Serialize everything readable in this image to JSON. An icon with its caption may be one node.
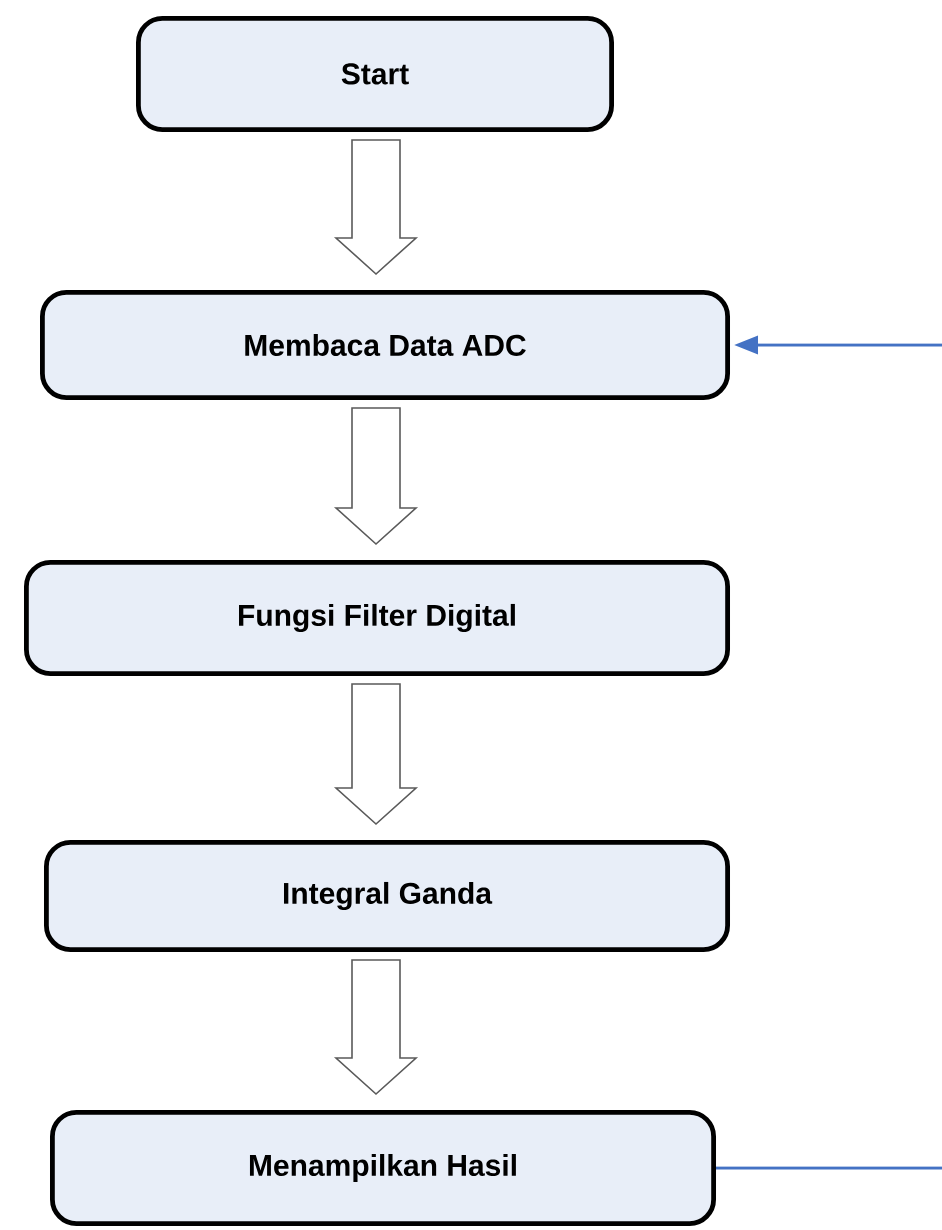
{
  "diagram": {
    "nodes": [
      {
        "text": [
          "Start"
        ]
      },
      {
        "text": [
          "Membaca Data ADC"
        ]
      },
      {
        "text": [
          "Fungsi Filter Digital"
        ]
      },
      {
        "text": [
          "Integral Ganda"
        ]
      },
      {
        "text": [
          "Menampilkan Hasil"
        ]
      }
    ],
    "edges": [
      {
        "from": 0,
        "to": 1,
        "arrow": "to"
      },
      {
        "from": 1,
        "to": 2,
        "arrow": "to"
      },
      {
        "from": 2,
        "to": 3,
        "arrow": "to"
      },
      {
        "from": 3,
        "to": 4,
        "arrow": "to"
      },
      {
        "from": 4,
        "to": null,
        "arrow": "none",
        "color": "#4472c4"
      },
      {
        "from": null,
        "to": 1,
        "arrow": "to",
        "color": "#4472c4"
      }
    ]
  }
}
